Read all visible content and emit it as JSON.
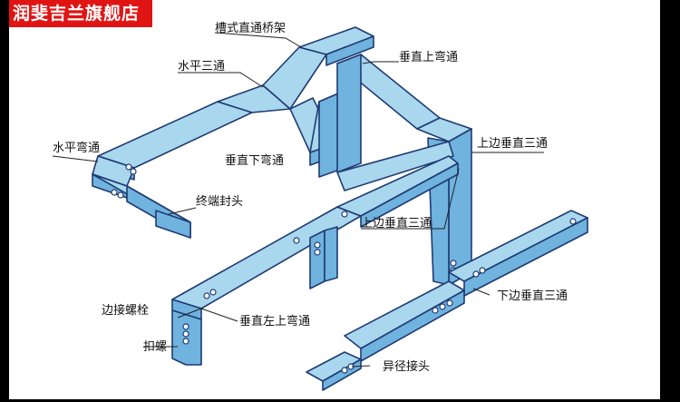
{
  "header": {
    "shop_name": "润斐吉兰旗舰店"
  },
  "colors": {
    "tray_top": "#a9d7ee",
    "tray_side": "#6fb3de",
    "outline": "#1f3b73",
    "badge": "#e11414"
  },
  "labels": {
    "trough_bridge": "槽式直通桥架",
    "horizontal_tee": "水平三通",
    "vertical_up_elbow": "垂直上弯通",
    "upper_edge_vertical_tee_1": "上边垂直三通",
    "horizontal_elbow": "水平弯通",
    "vertical_down_elbow": "垂直下弯通",
    "end_cap": "终端封头",
    "upper_edge_vertical_tee_2": "上边垂直三通",
    "lower_edge_vertical_tee": "下边垂直三通",
    "edge_bolt": "边接螺栓",
    "vertical_left_up_elbow": "垂直左上弯通",
    "buckle_nut": "扣螺",
    "reducer_joint": "异径接头"
  }
}
